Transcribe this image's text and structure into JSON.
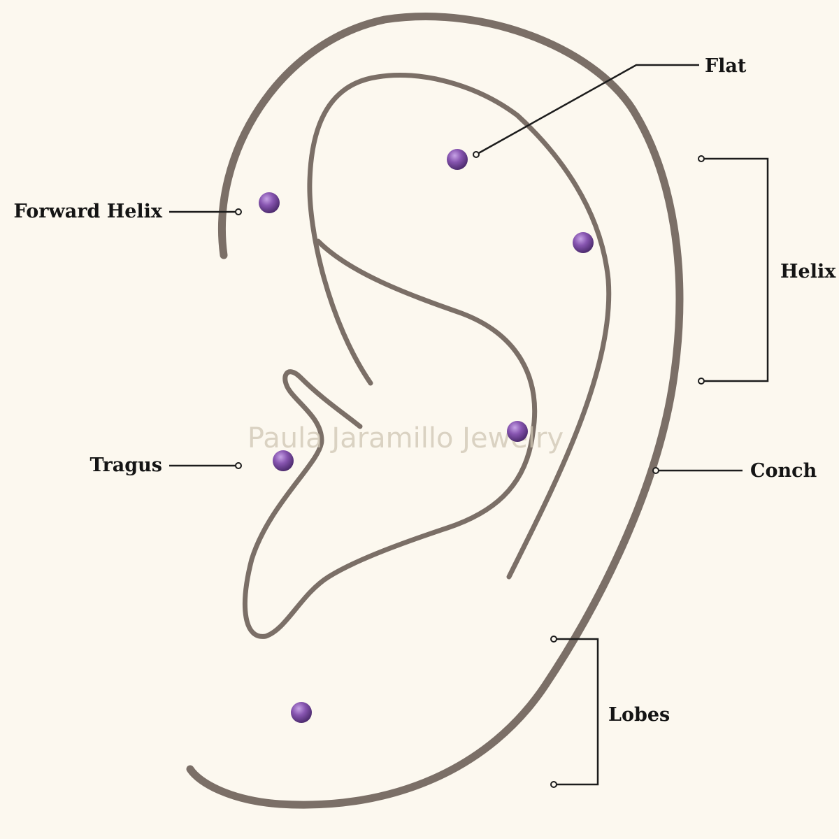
{
  "colors": {
    "background": "#fcf8ef",
    "ear_outline": "#7b6f67",
    "stud": "#7b4f9e",
    "label": "#141414"
  },
  "watermark": "Paula Jaramillo Jewelry",
  "labels": {
    "flat": "Flat",
    "forward_helix": "Forward Helix",
    "helix": "Helix",
    "tragus": "Tragus",
    "conch": "Conch",
    "lobes": "Lobes"
  },
  "icons": {
    "stud": "amethyst-stud-icon"
  }
}
